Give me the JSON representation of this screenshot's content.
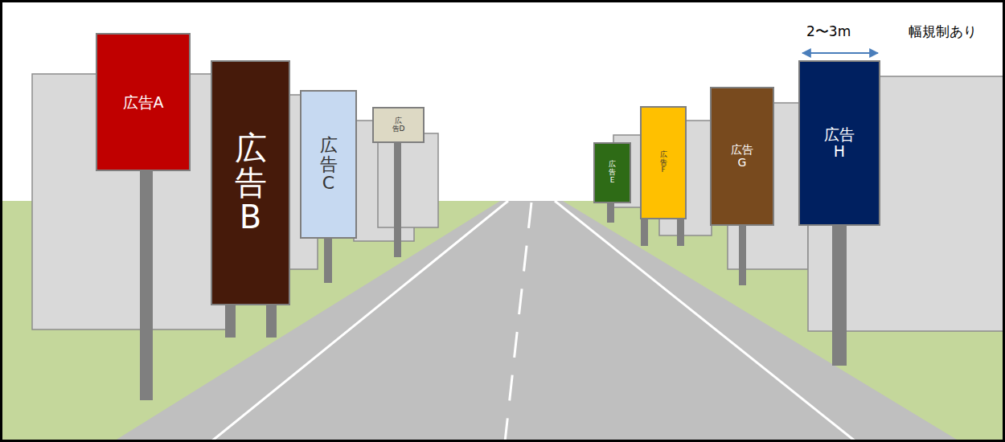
{
  "diagram": {
    "nodes": [
      {
        "text": [
          "広告A"
        ]
      },
      {
        "text": [
          "広 告 B"
        ]
      },
      {
        "text": [
          "広 告 C"
        ]
      },
      {
        "text": [
          "広 告D"
        ]
      },
      {
        "text": [
          "広 告 E"
        ]
      },
      {
        "text": [
          "広 告 F"
        ]
      },
      {
        "text": [
          "広告 G"
        ]
      },
      {
        "text": [
          "広告 H"
        ]
      }
    ],
    "labels": [
      "2〜3m",
      "幅規制あり"
    ]
  }
}
